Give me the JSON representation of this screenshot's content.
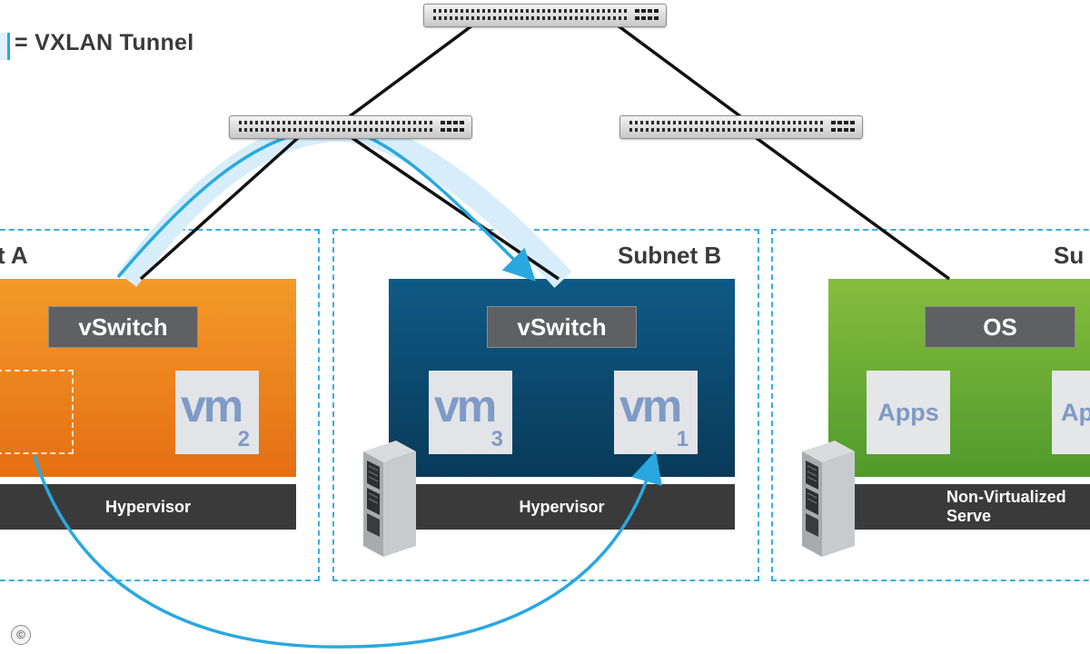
{
  "legend": {
    "label": "= VXLAN Tunnel"
  },
  "subnets": [
    {
      "label": "t A"
    },
    {
      "label": "Subnet B"
    },
    {
      "label": "Su"
    }
  ],
  "hosts": {
    "a": {
      "switch_label": "vSwitch",
      "footer": "Hypervisor",
      "vm": {
        "word": "vm",
        "number": "2"
      }
    },
    "b": {
      "switch_label": "vSwitch",
      "footer": "Hypervisor",
      "vms": [
        {
          "word": "vm",
          "number": "3"
        },
        {
          "word": "vm",
          "number": "1"
        }
      ]
    },
    "c": {
      "os_label": "OS",
      "footer": "Non-Virtualized Serve",
      "apps": [
        "Apps",
        "Ap"
      ]
    }
  },
  "copyright": "©",
  "colors": {
    "tunnel": "#29a8e0",
    "host_a": "#ee8420",
    "host_b": "#0b4a70",
    "host_c": "#6aac34",
    "bar": "#3a3a3a",
    "subnet_border": "#3aaee2"
  },
  "icons": [
    "network-switch-icon",
    "server-rack-icon",
    "vm-logo-icon",
    "copyright-icon"
  ]
}
